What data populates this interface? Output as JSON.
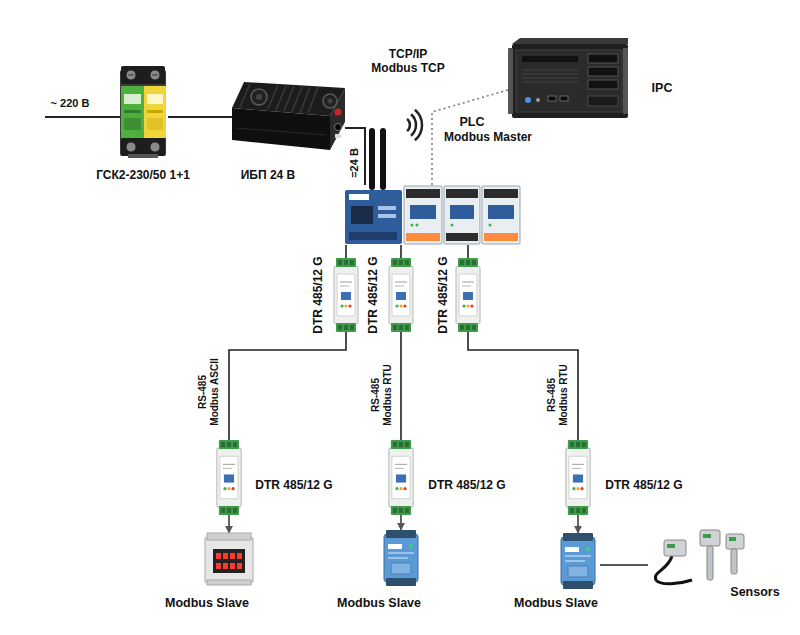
{
  "diagram": {
    "nodes": [
      {
        "text": [
          "ГСК2-230/50 1+1"
        ]
      },
      {
        "text": [
          "ИБП 24 В"
        ]
      },
      {
        "text": [
          "IPC"
        ]
      },
      {
        "text": [
          "PLC",
          "Modbus Master"
        ]
      },
      {
        "text": [
          "DTR 485/12 G"
        ]
      },
      {
        "text": [
          "DTR 485/12 G"
        ]
      },
      {
        "text": [
          "DTR 485/12 G"
        ]
      },
      {
        "text": [
          "DTR 485/12 G"
        ]
      },
      {
        "text": [
          "Modbus Slave"
        ]
      },
      {
        "text": [
          "DTR 485/12 G"
        ]
      },
      {
        "text": [
          "Modbus Slave"
        ]
      },
      {
        "text": [
          "DTR 485/12 G"
        ]
      },
      {
        "text": [
          "Modbus Slave"
        ]
      },
      {
        "text": [
          "Sensors"
        ]
      }
    ],
    "edges": [
      {
        "from": 0,
        "to": 1,
        "arrow": "none"
      },
      {
        "from": 1,
        "to": 3,
        "label": "=24 В",
        "arrow": "none"
      },
      {
        "from": 3,
        "to": 2,
        "label": "TCP/IP Modbus TCP",
        "arrow": "none"
      },
      {
        "from": 3,
        "to": 4,
        "arrow": "none"
      },
      {
        "from": 3,
        "to": 5,
        "arrow": "none"
      },
      {
        "from": 3,
        "to": 6,
        "arrow": "none"
      },
      {
        "from": 4,
        "to": 7,
        "label": "RS-485 Modbus ASCII",
        "arrow": "none"
      },
      {
        "from": 5,
        "to": 9,
        "label": "RS-485 Modbus RTU",
        "arrow": "none"
      },
      {
        "from": 6,
        "to": 11,
        "label": "RS-485 Modbus RTU",
        "arrow": "none"
      },
      {
        "from": 7,
        "to": 8,
        "arrow": "to"
      },
      {
        "from": 9,
        "to": 10,
        "arrow": "to"
      },
      {
        "from": 11,
        "to": 12,
        "arrow": "to"
      },
      {
        "from": 12,
        "to": 13,
        "arrow": "none"
      }
    ],
    "labels": [
      "~ 220 В"
    ]
  }
}
